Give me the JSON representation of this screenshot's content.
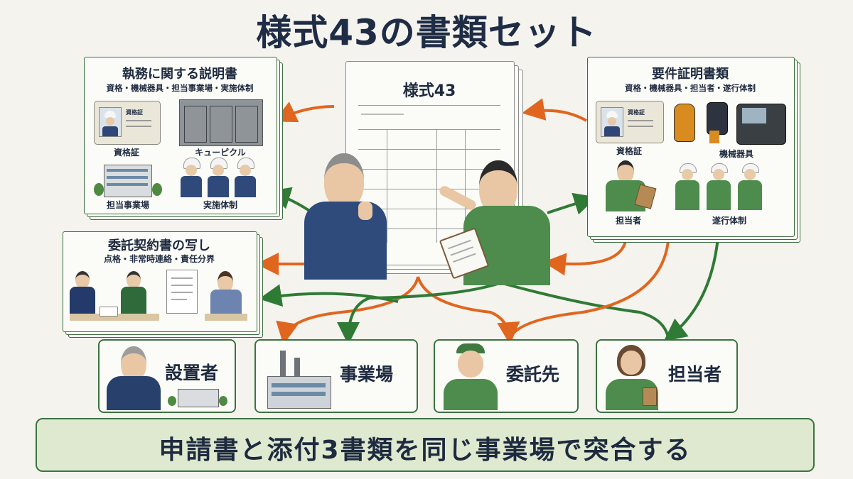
{
  "title": "様式43の書類セット",
  "form": {
    "title": "様式43"
  },
  "duties_doc": {
    "title": "執務に関する説明書",
    "subtitle": "資格・機械器具・担当事業場・実施体制",
    "items": [
      "資格証",
      "キューピクル",
      "担当事業場",
      "実施体制"
    ],
    "card_text": "資格証"
  },
  "contract_doc": {
    "title": "委託契約書の写し",
    "subtitle": "点格・非常時連絡・責任分界"
  },
  "requirements_doc": {
    "title": "要件証明書類",
    "subtitle": "資格・機械器具・担当者・遂行体制",
    "items": [
      "資格証",
      "機械器具",
      "担当者",
      "遂行体制"
    ],
    "card_text": "資格証"
  },
  "parties": [
    "設置者",
    "事業場",
    "委託先",
    "担当者"
  ],
  "banner": "申請書と添付3書類を同じ事業場で突合する",
  "colors": {
    "orange_arrow": "#e0661f",
    "green_arrow": "#2f7a35",
    "frame": "#3b7340",
    "banner_bg": "#dfe9cf"
  }
}
